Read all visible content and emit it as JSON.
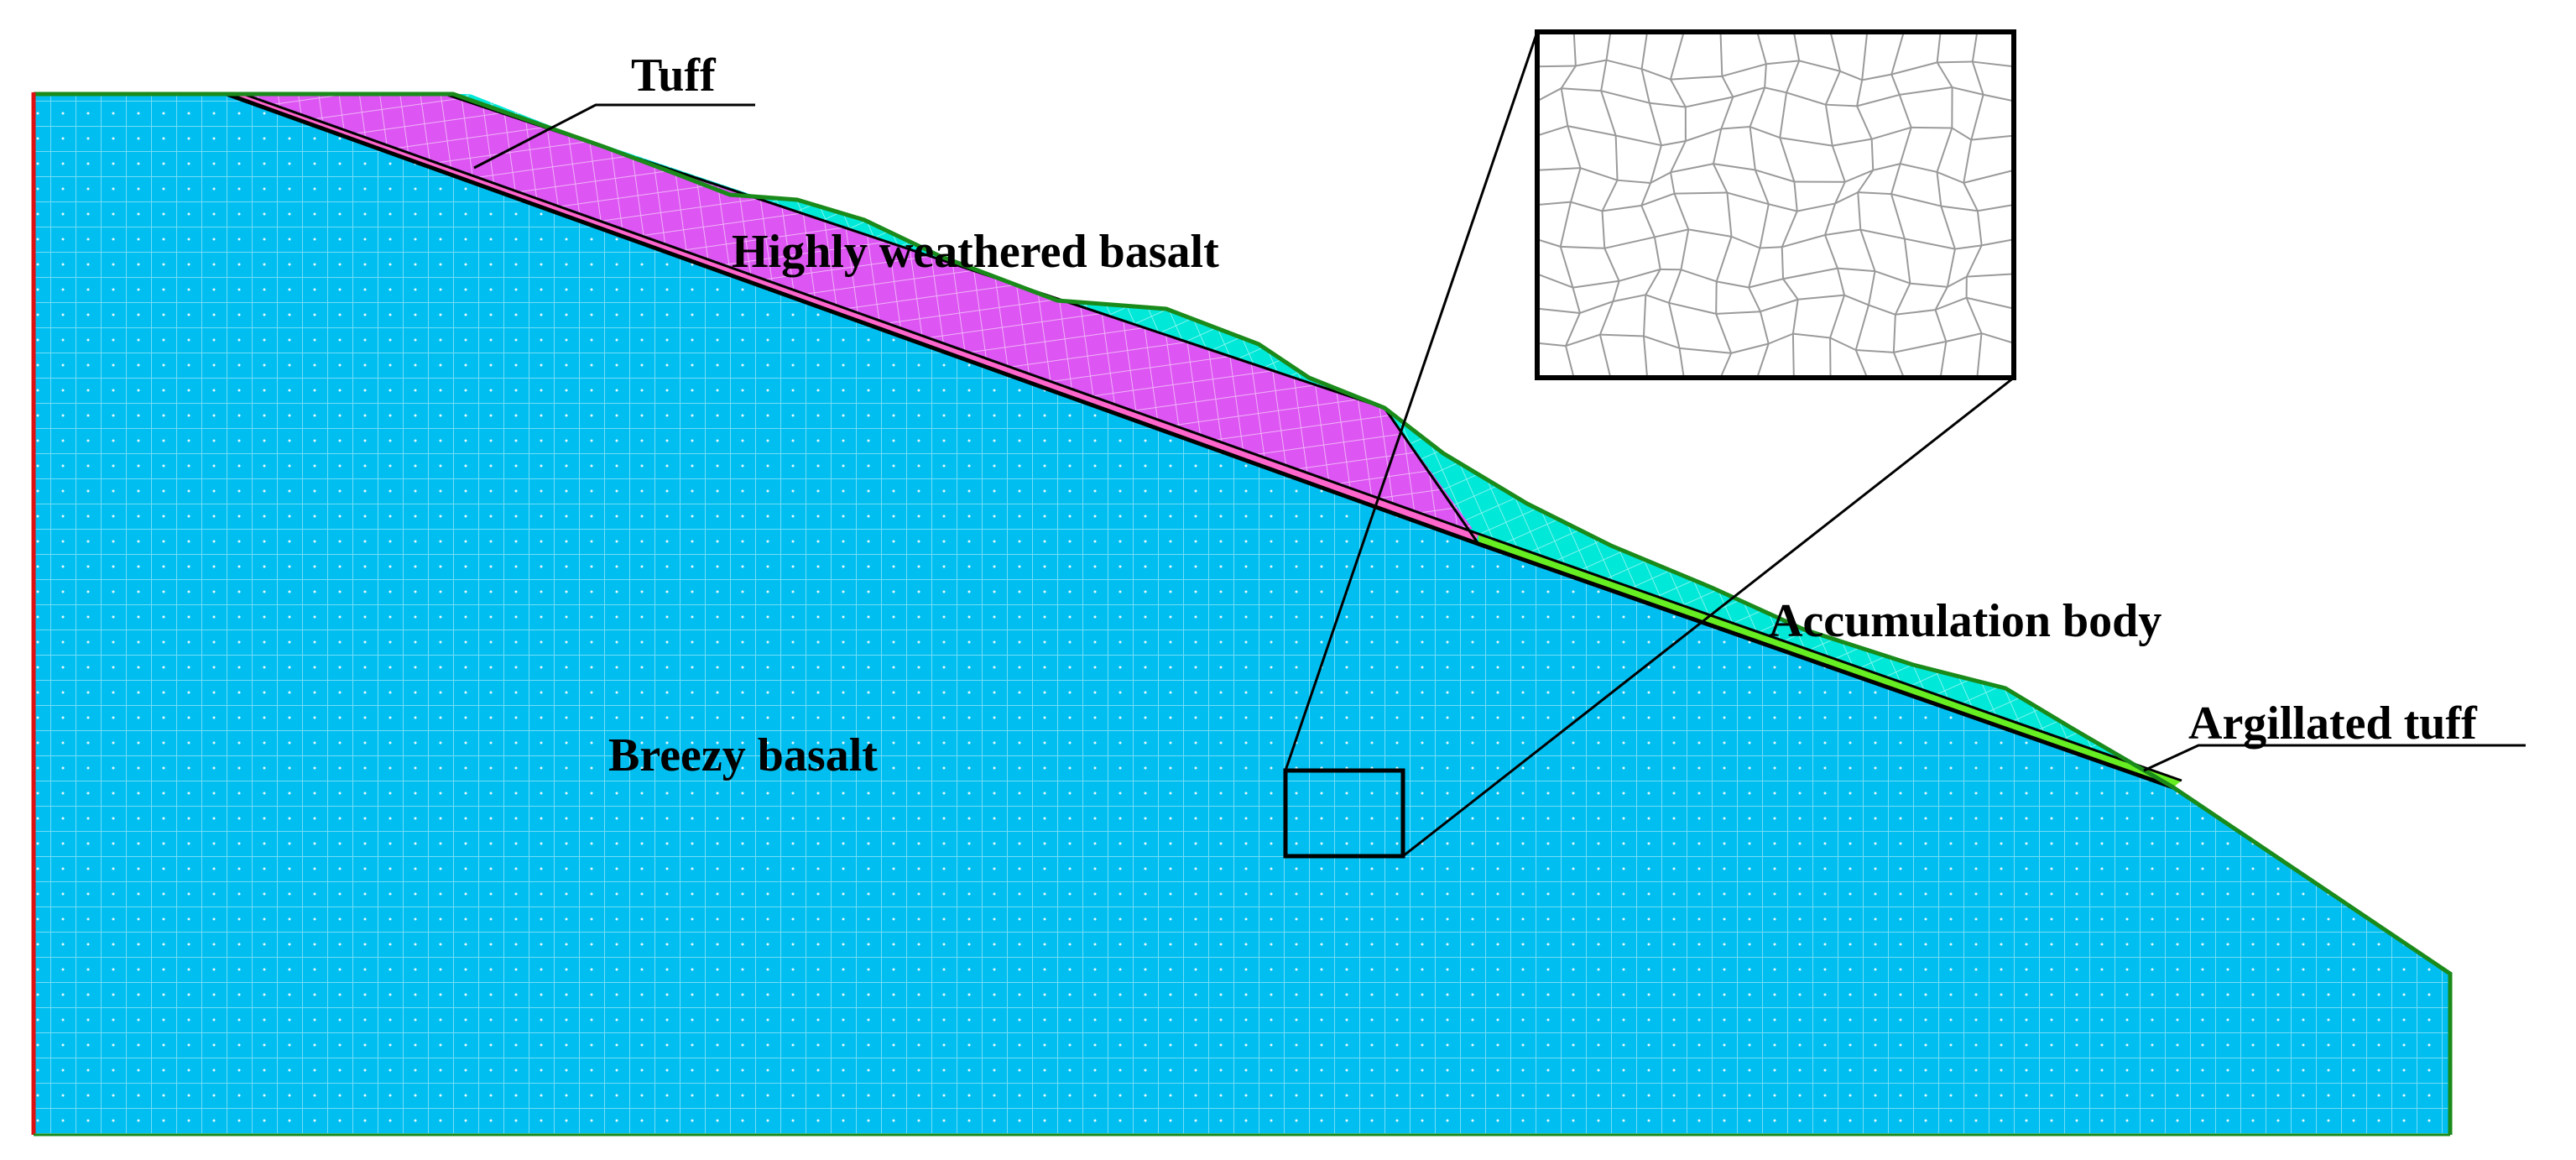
{
  "labels": {
    "tuff": "Tuff",
    "highly_weathered_basalt": "Highly weathered basalt",
    "accumulation_body": "Accumulation body",
    "argillated_tuff": "Argillated tuff",
    "breezy_basalt": "Breezy basalt"
  },
  "colors": {
    "bedrock": "#00bff0",
    "weathered": "#dd55f2",
    "accumulation": "#00e8d8",
    "argillated": "#66ee22",
    "tuff_band": "#ff66cc",
    "surface_line": "#1a8a1a",
    "left_edge": "#dd1111",
    "mesh_line": "#ffffff",
    "inset_mesh": "#9a9a9a",
    "outline": "#000000"
  },
  "icons": {
    "inset": "zoomed-mesh-detail",
    "marker": "zoom-region-box"
  }
}
